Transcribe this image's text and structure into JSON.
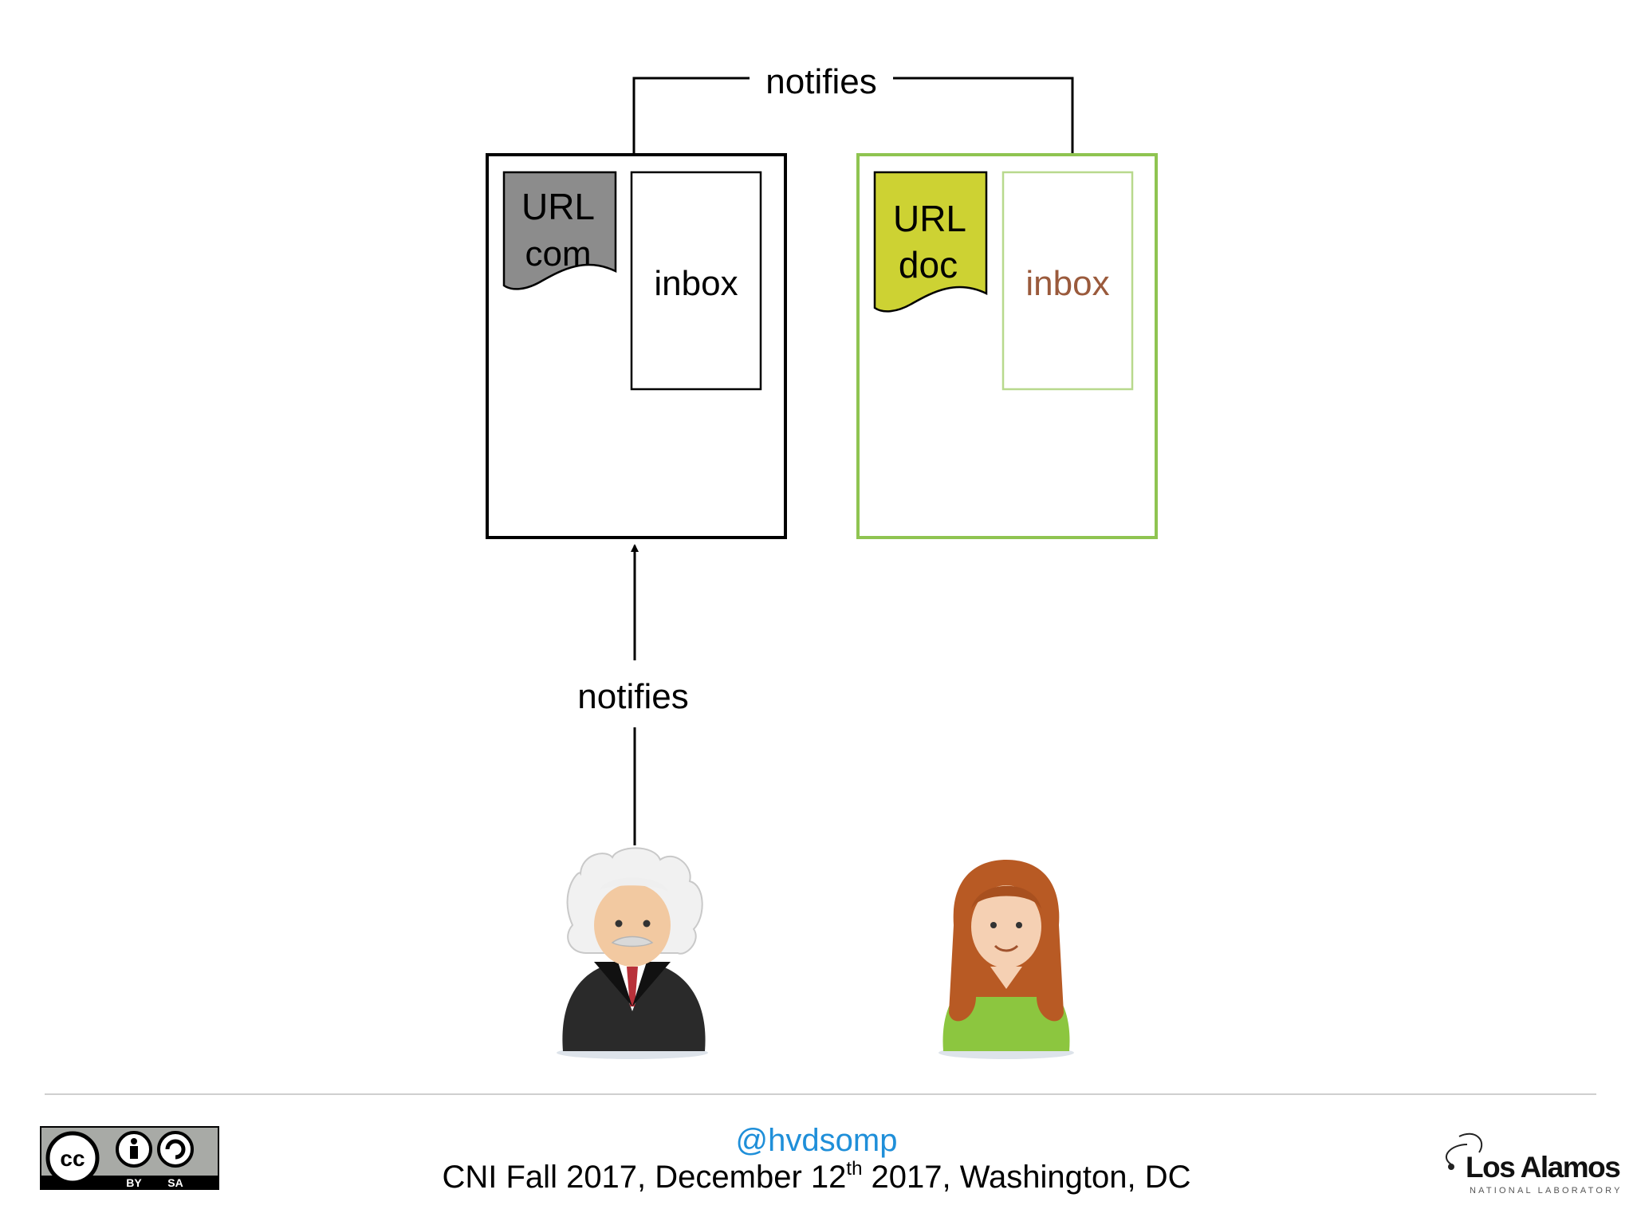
{
  "diagram": {
    "top_arrow_label": "notifies",
    "bottom_arrow_label": "notifies",
    "left_box": {
      "doc_line1": "URL",
      "doc_line2": "com",
      "inbox_label": "inbox",
      "doc_color": "#8c8c8c",
      "border_color": "#000000"
    },
    "right_box": {
      "doc_line1": "URL",
      "doc_line2": "doc",
      "inbox_label": "inbox",
      "doc_color": "#cdd233",
      "border_color": "#8fc451",
      "inbox_text_color": "#9a5a3c"
    }
  },
  "footer": {
    "handle": "@hvdsomp",
    "conference_prefix": "CNI Fall 2017, December 12",
    "conference_sup": "th",
    "conference_suffix": " 2017, Washington, DC",
    "license_by": "BY",
    "license_sa": "SA",
    "org_name": "Los Alamos",
    "org_sub": "NATIONAL LABORATORY"
  }
}
